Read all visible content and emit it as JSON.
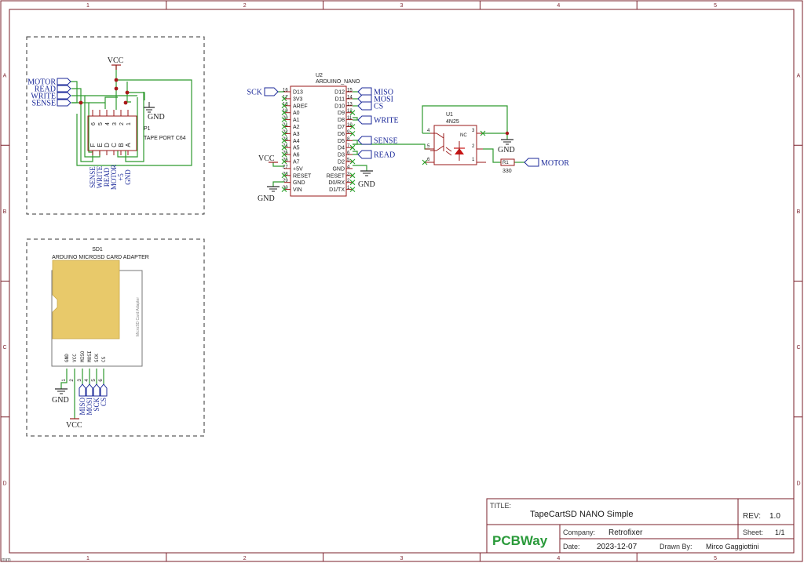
{
  "frame": {
    "columns": [
      "1",
      "2",
      "3",
      "4",
      "5"
    ],
    "rows": [
      "A",
      "B",
      "C",
      "D"
    ],
    "corner_tag": "mm"
  },
  "colors": {
    "border": "#7a1f2a",
    "wire": "#2f9a2f",
    "part": "#9a1a1a",
    "net": "#1c2a9a",
    "junction": "#a81818",
    "noconnect": "#2aa02a",
    "led": "#c81414",
    "logo": "#2a9a3a",
    "text": "#1a1a1a"
  },
  "tape_port": {
    "designator": "P1",
    "name": "TAPE PORT C64",
    "vcc": "VCC",
    "gnd": "GND",
    "nets": [
      "MOTOR",
      "READ",
      "WRITE",
      "SENSE"
    ],
    "pin_numbers": [
      "6",
      "5",
      "4",
      "3",
      "2",
      "1"
    ],
    "pin_letters": [
      "F",
      "E",
      "D",
      "C",
      "B",
      "A"
    ],
    "bottom_labels": [
      "SENSE",
      "WRITE",
      "READ",
      "MOTOR",
      "+5",
      "GND"
    ]
  },
  "sd_adapter": {
    "designator": "SD1",
    "name": "ARDUINO MICROSD CARD ADAPTER",
    "module_text": "MicroSD Card Adapter",
    "pins": [
      "GND",
      "VCC",
      "MISO",
      "MOSI",
      "SCK",
      "CS"
    ],
    "pin_numbers": [
      "1",
      "2",
      "3",
      "4",
      "5",
      "6"
    ],
    "net_labels": [
      "MISO",
      "MOSI",
      "SCK",
      "CS"
    ],
    "gnd": "GND",
    "vcc": "VCC"
  },
  "nano": {
    "designator": "U2",
    "name": "ARDUINO_NANO",
    "left_pins": [
      {
        "num": "16",
        "name": "D13"
      },
      {
        "num": "17",
        "name": "3V3"
      },
      {
        "num": "18",
        "name": "AREF"
      },
      {
        "num": "19",
        "name": "A0"
      },
      {
        "num": "20",
        "name": "A1"
      },
      {
        "num": "21",
        "name": "A2"
      },
      {
        "num": "22",
        "name": "A3"
      },
      {
        "num": "23",
        "name": "A4"
      },
      {
        "num": "24",
        "name": "A5"
      },
      {
        "num": "25",
        "name": "A6"
      },
      {
        "num": "26",
        "name": "A7"
      },
      {
        "num": "27",
        "name": "+5V"
      },
      {
        "num": "28",
        "name": "RESET"
      },
      {
        "num": "29",
        "name": "GND"
      },
      {
        "num": "30",
        "name": "VIN"
      }
    ],
    "right_pins": [
      {
        "num": "15",
        "name": "D12"
      },
      {
        "num": "14",
        "name": "D11"
      },
      {
        "num": "13",
        "name": "D10"
      },
      {
        "num": "12",
        "name": "D9"
      },
      {
        "num": "11",
        "name": "D8"
      },
      {
        "num": "10",
        "name": "D7"
      },
      {
        "num": "9",
        "name": "D6"
      },
      {
        "num": "8",
        "name": "D5"
      },
      {
        "num": "7",
        "name": "D4"
      },
      {
        "num": "6",
        "name": "D3"
      },
      {
        "num": "5",
        "name": "D2"
      },
      {
        "num": "4",
        "name": "GND"
      },
      {
        "num": "3",
        "name": "RESET"
      },
      {
        "num": "2",
        "name": "D0/RX"
      },
      {
        "num": "1",
        "name": "D1/TX"
      }
    ],
    "left_net": "SCK",
    "right_nets": [
      "MISO",
      "MOSI",
      "CS",
      "WRITE",
      "SENSE",
      "READ"
    ],
    "vcc": "VCC",
    "gnd": "GND"
  },
  "optocoupler": {
    "designator": "U1",
    "name": "4N25",
    "nc_label": "NC",
    "pin_numbers": [
      "4",
      "5",
      "6",
      "3",
      "2",
      "1"
    ],
    "gnd": "GND"
  },
  "resistor": {
    "designator": "R1",
    "value": "330",
    "net": "MOTOR"
  },
  "title_block": {
    "title_label": "TITLE:",
    "title": "TapeCartSD NANO Simple",
    "rev_label": "REV:",
    "rev": "1.0",
    "company_label": "Company:",
    "company": "Retrofixer",
    "sheet_label": "Sheet:",
    "sheet": "1/1",
    "date_label": "Date:",
    "date": "2023-12-07",
    "drawn_label": "Drawn By:",
    "drawn_by": "Mirco Gaggiottini",
    "logo": "PCBWay"
  }
}
